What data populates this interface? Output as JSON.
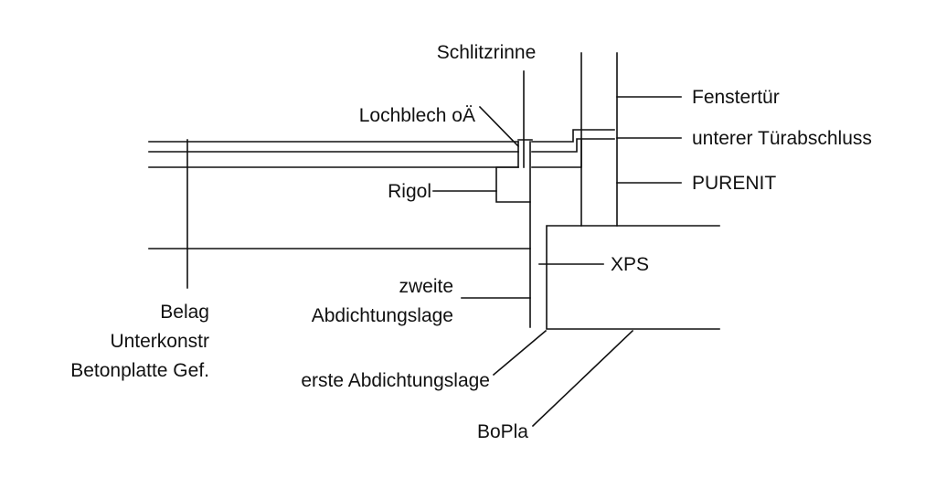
{
  "labels": {
    "schlitzrinne": "Schlitzrinne",
    "lochblech": "Lochblech oÄ",
    "fenstertuer": "Fenstertür",
    "tuerabschluss": "unterer Türabschluss",
    "purenit": "PURENIT",
    "rigol": "Rigol",
    "xps": "XPS",
    "zweite_line1": "zweite",
    "zweite_line2": "Abdichtungslage",
    "layers_line1": "Belag",
    "layers_line2": "Unterkonstr",
    "layers_line3": "Betonplatte Gef.",
    "erste": "erste Abdichtungslage",
    "bopla": "BoPla"
  }
}
